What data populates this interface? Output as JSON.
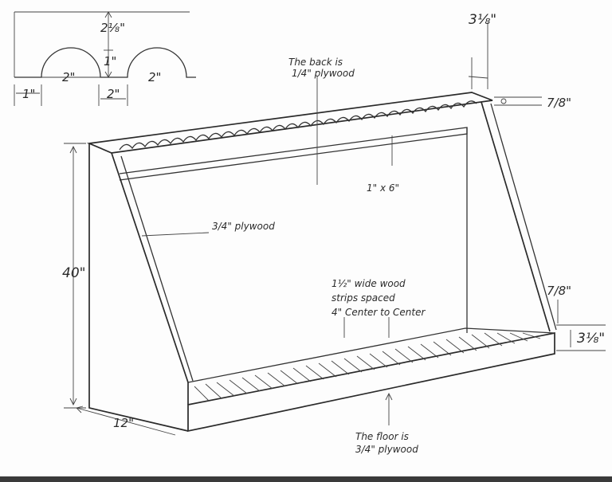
{
  "diagram": {
    "detail": {
      "height_label": "2⅛\"",
      "radius_label": "1\"",
      "notch_left_label": "2\"",
      "notch_right_label": "2\"",
      "edge_label": "1\"",
      "gap_label": "2\""
    },
    "labels": {
      "back_line1": "The back is",
      "back_line2": "1/4\" plywood",
      "top_width": "3⅛\"",
      "top_thickness": "7/8\"",
      "board": "1\" x 6\"",
      "side": "3/4\" plywood",
      "height": "40\"",
      "strips_line1": "1½\" wide wood",
      "strips_line2": "strips spaced",
      "strips_line3": "4\" Center to Center",
      "front_thickness": "7/8\"",
      "front_height": "3⅛\"",
      "depth": "12\"",
      "floor_line1": "The floor is",
      "floor_line2": "3/4\" plywood"
    }
  }
}
